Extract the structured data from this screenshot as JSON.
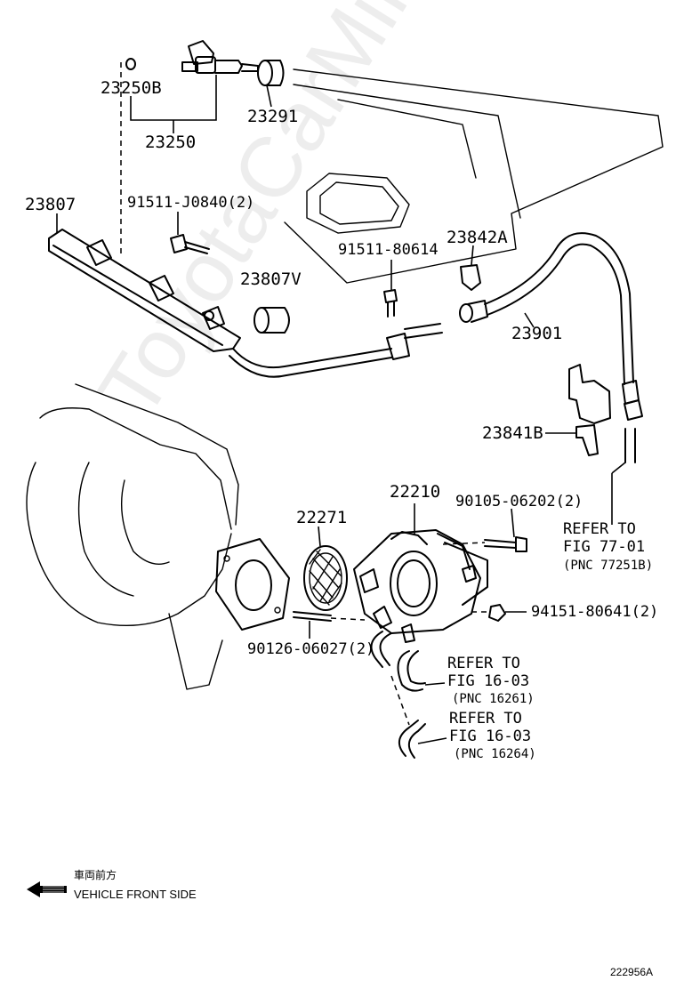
{
  "watermark": "ToyotaCarMine.ru",
  "parts": {
    "p23250B": "23250B",
    "p23250": "23250",
    "p23291": "23291",
    "p23807": "23807",
    "p91511_J0840": "91511-J0840(2)",
    "p23807V": "23807V",
    "p91511_80614": "91511-80614",
    "p23842A": "23842A",
    "p23901": "23901",
    "p23841B": "23841B",
    "p22210": "22210",
    "p22271": "22271",
    "p90105_06202": "90105-06202(2)",
    "p94151_80641": "94151-80641(2)",
    "p90126_06027": "90126-06027(2)"
  },
  "refs": {
    "ref77_line1": "REFER TO",
    "ref77_line2": "FIG 77-01",
    "ref77_pnc": "(PNC 77251B)",
    "ref16a_line1": "REFER TO",
    "ref16a_line2": "FIG 16-03",
    "ref16a_pnc": "(PNC 16261)",
    "ref16b_line1": "REFER TO",
    "ref16b_line2": "FIG 16-03",
    "ref16b_pnc": "(PNC 16264)"
  },
  "legend": {
    "japanese": "車両前方",
    "english": "VEHICLE FRONT SIDE",
    "arrow_icon": "arrow-left-icon"
  },
  "figure_code": "222956A"
}
